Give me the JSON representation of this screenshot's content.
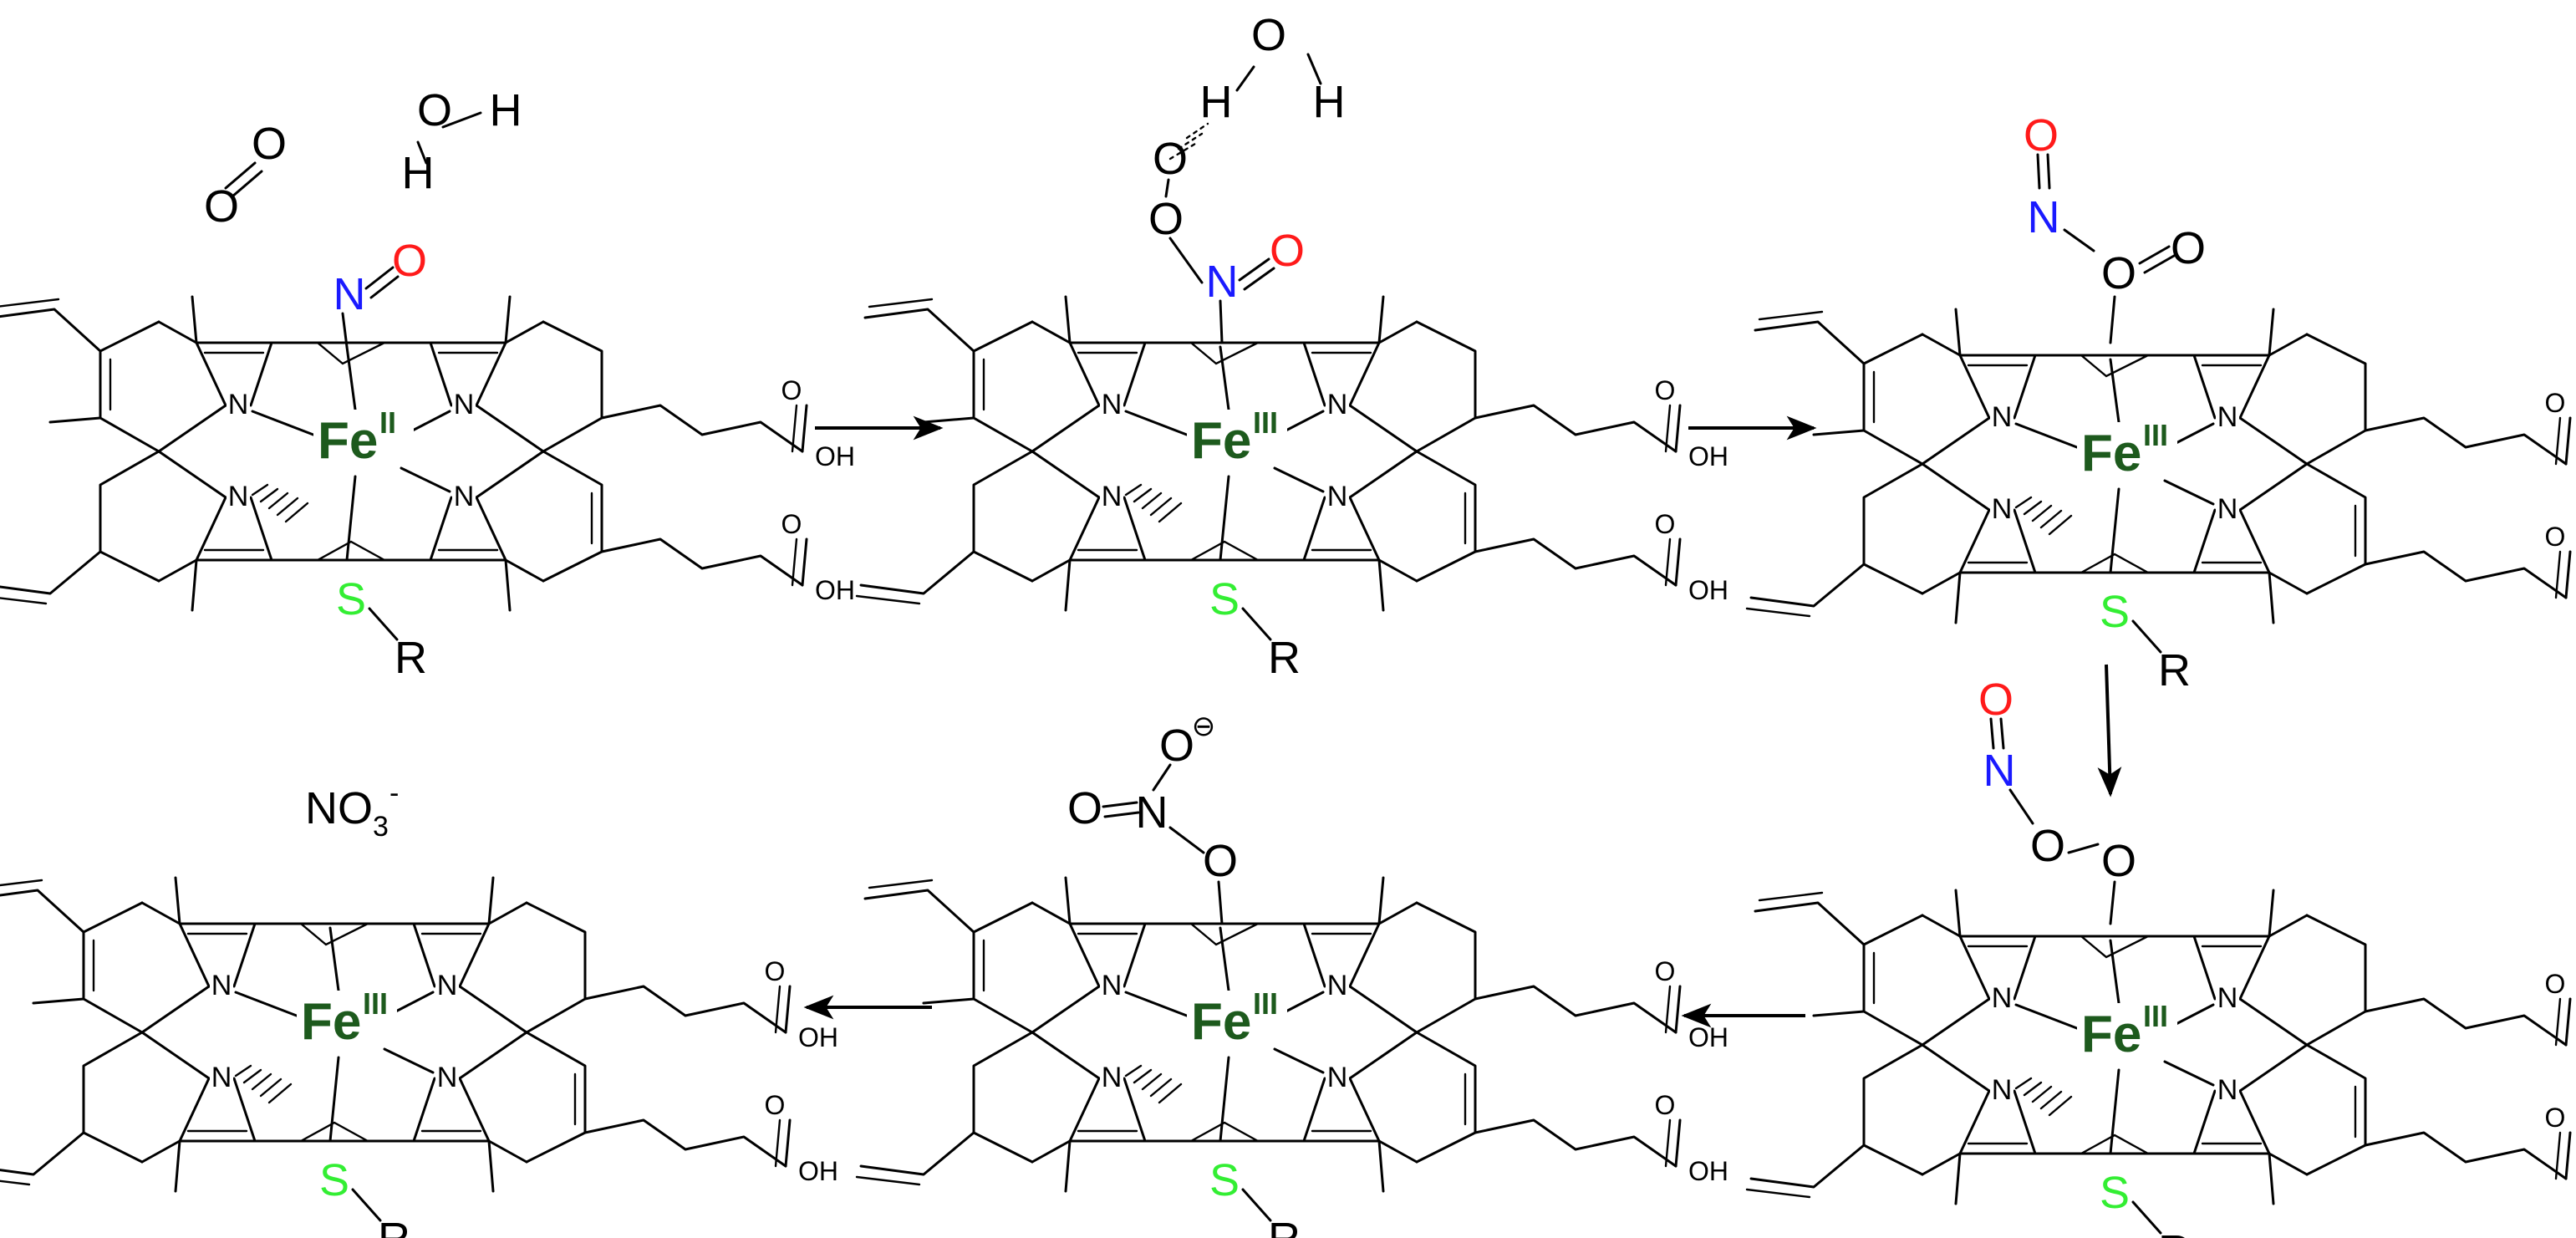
{
  "colors": {
    "iron": "#1d5a1d",
    "nitrogen": "#1a1aff",
    "oxygen": "#ff1a1a",
    "sulfur": "#33ee33",
    "bond": "#000000"
  },
  "labels": {
    "iron": "Fe",
    "ox_fe2": "II",
    "ox_fe3": "III",
    "ring_n": "N",
    "carboxyl": "OH",
    "sulfur": "S",
    "r_group": "R",
    "oxygen": "O",
    "hydrogen": "H",
    "nitrogen": "N",
    "charge": "⊖",
    "nitrate": "NO",
    "nitrate_sub": "3",
    "nitrate_sup": "-"
  },
  "steps": [
    {
      "id": "step1",
      "oxidation": "II",
      "ligand": "nitrosyl",
      "extras": "o2-water"
    },
    {
      "id": "step2",
      "oxidation": "III",
      "ligand": "peroxy-nitrosyl",
      "extras": "water"
    },
    {
      "id": "step3",
      "oxidation": "III",
      "ligand": "oxo-nitrite",
      "extras": ""
    },
    {
      "id": "step4",
      "oxidation": "III",
      "ligand": "peroxynitrite",
      "extras": ""
    },
    {
      "id": "step5",
      "oxidation": "III",
      "ligand": "nitrate-bound",
      "extras": ""
    },
    {
      "id": "step6",
      "oxidation": "III",
      "ligand": "none",
      "extras": "nitrate"
    }
  ]
}
